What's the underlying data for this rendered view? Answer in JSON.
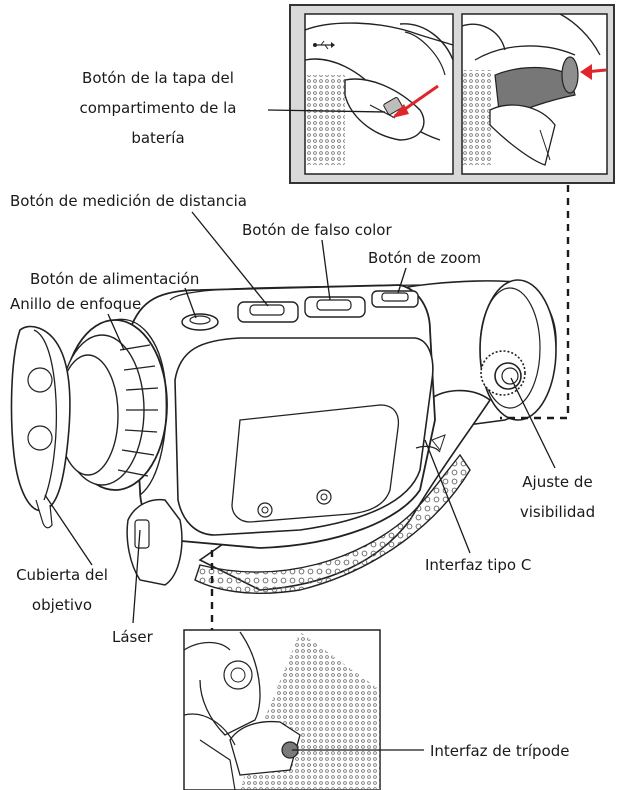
{
  "colors": {
    "line": "#1a1a1a",
    "inset_bg": "#d9d9d9",
    "inset_border": "#333333",
    "arrow_red": "#e0262b",
    "body_fill": "#ffffff",
    "texture": "#8a8a8a"
  },
  "labels": {
    "battery_cover_button_1": "Botón de la tapa del",
    "battery_cover_button_2": "compartimento de la",
    "battery_cover_button_3": "batería",
    "distance_button": "Botón de medición de distancia",
    "false_color_button": "Botón de falso color",
    "zoom_button": "Botón de zoom",
    "power_button": "Botón de alimentación",
    "focus_ring": "Anillo de enfoque",
    "visibility_adjust_1": "Ajuste de",
    "visibility_adjust_2": "visibilidad",
    "type_c": "Interfaz tipo C",
    "lens_cover_1": "Cubierta del",
    "lens_cover_2": "objetivo",
    "laser": "Láser",
    "tripod": "Interfaz de trípode"
  },
  "icons": {
    "usb": "usb-icon",
    "battery_arrow": "red-arrow-icon"
  }
}
